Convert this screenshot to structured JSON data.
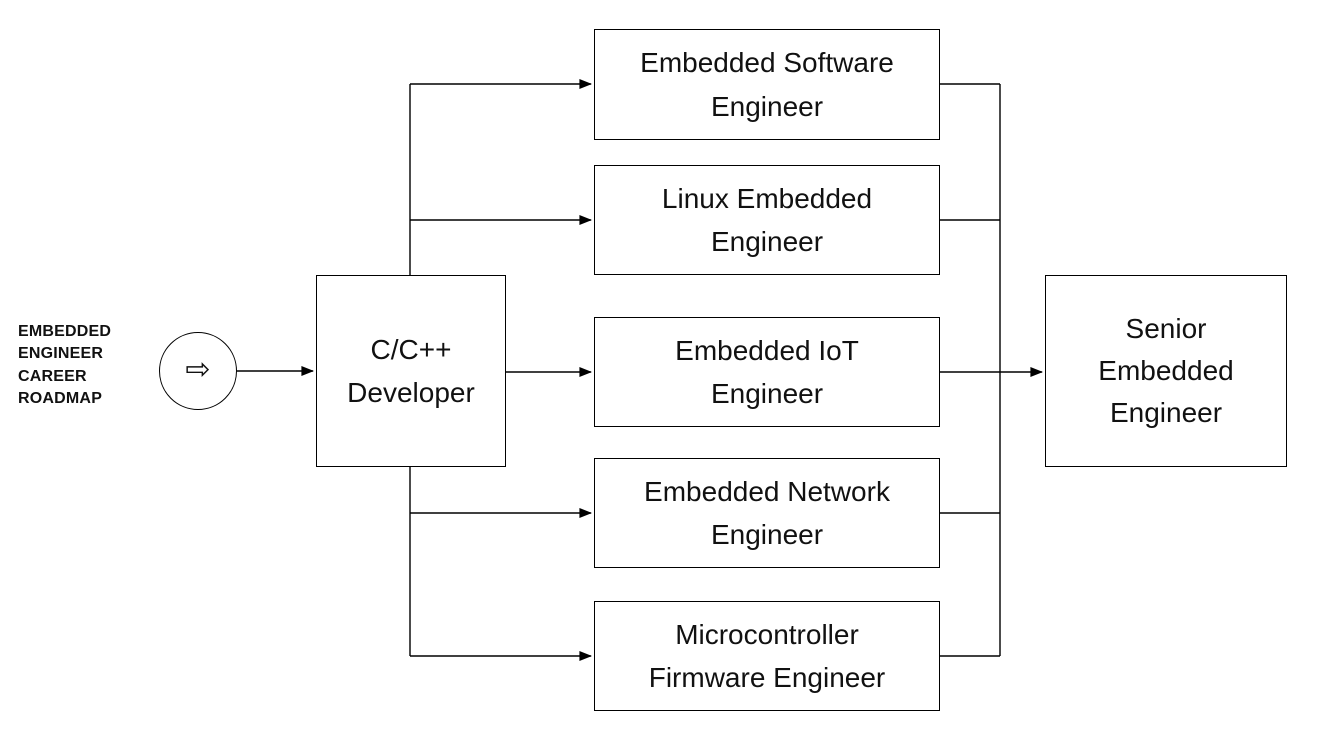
{
  "title": {
    "label": "EMBEDDED ENGINEER CAREER ROADMAP",
    "lines": [
      "EMBEDDED",
      "ENGINEER",
      "CAREER",
      "ROADMAP"
    ]
  },
  "start": {
    "icon": "⇨"
  },
  "nodes": {
    "cpp": {
      "label": "C/C++ Developer",
      "lines": [
        "C/C++",
        "Developer"
      ]
    },
    "software": {
      "label": "Embedded Software Engineer",
      "lines": [
        "Embedded Software",
        "Engineer"
      ]
    },
    "linux": {
      "label": "Linux Embedded Engineer",
      "lines": [
        "Linux Embedded",
        "Engineer"
      ]
    },
    "iot": {
      "label": "Embedded IoT Engineer",
      "lines": [
        "Embedded IoT",
        "Engineer"
      ]
    },
    "network": {
      "label": "Embedded Network Engineer",
      "lines": [
        "Embedded Network",
        "Engineer"
      ]
    },
    "firmware": {
      "label": "Microcontroller Firmware Engineer",
      "lines": [
        "Microcontroller",
        "Firmware Engineer"
      ]
    },
    "senior": {
      "label": "Senior Embedded Engineer",
      "lines": [
        "Senior",
        "Embedded",
        "Engineer"
      ]
    }
  },
  "edges": [
    {
      "from": "start",
      "to": "cpp",
      "arrow": true
    },
    {
      "from": "cpp",
      "to": "software",
      "arrow": true
    },
    {
      "from": "cpp",
      "to": "linux",
      "arrow": true
    },
    {
      "from": "cpp",
      "to": "iot",
      "arrow": true
    },
    {
      "from": "cpp",
      "to": "network",
      "arrow": true
    },
    {
      "from": "cpp",
      "to": "firmware",
      "arrow": true
    },
    {
      "from": "software",
      "to": "senior",
      "arrow": false
    },
    {
      "from": "linux",
      "to": "senior",
      "arrow": false
    },
    {
      "from": "iot",
      "to": "senior",
      "arrow": true
    },
    {
      "from": "network",
      "to": "senior",
      "arrow": false
    },
    {
      "from": "firmware",
      "to": "senior",
      "arrow": false
    }
  ],
  "colors": {
    "stroke": "#000000",
    "background": "#ffffff",
    "text": "#111111"
  }
}
